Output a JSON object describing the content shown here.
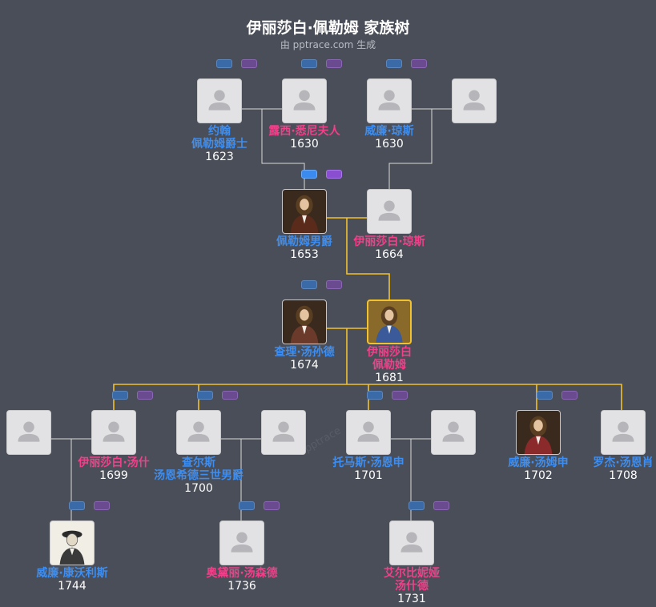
{
  "page": {
    "title": "伊丽莎白·佩勒姆 家族树",
    "subtitle": "由 pptrace.com 生成",
    "watermark": "pptrace"
  },
  "colors": {
    "background": "#4a4e58",
    "male": "#3d8ef0",
    "female": "#f0408a",
    "year": "#ffffff",
    "link": "#d9d9d9",
    "highlight_link": "#f2c12e"
  },
  "people": [
    {
      "name_lines": [
        "约翰",
        "佩勒姆爵士"
      ],
      "year": "1623",
      "gender": "m",
      "portrait": "placeholder"
    },
    {
      "name_lines": [
        "露西·悉尼夫人"
      ],
      "year": "1630",
      "gender": "f",
      "portrait": "placeholder"
    },
    {
      "name_lines": [
        "威廉·琼斯"
      ],
      "year": "1630",
      "gender": "m",
      "portrait": "placeholder"
    },
    {
      "name_lines": [],
      "year": "",
      "gender": "",
      "portrait": "placeholder"
    },
    {
      "name_lines": [
        "佩勒姆男爵"
      ],
      "year": "1653",
      "gender": "m",
      "portrait": "photo"
    },
    {
      "name_lines": [
        "伊丽莎白·琼斯"
      ],
      "year": "1664",
      "gender": "f",
      "portrait": "placeholder"
    },
    {
      "name_lines": [
        "查理·汤孙德"
      ],
      "year": "1674",
      "gender": "m",
      "portrait": "photo"
    },
    {
      "name_lines": [
        "伊丽莎白",
        "佩勒姆"
      ],
      "year": "1681",
      "gender": "f",
      "portrait": "photo",
      "selected": true
    },
    {
      "name_lines": [],
      "year": "",
      "gender": "",
      "portrait": "placeholder"
    },
    {
      "name_lines": [
        "伊丽莎白·汤什"
      ],
      "year": "1699",
      "gender": "f",
      "portrait": "placeholder"
    },
    {
      "name_lines": [
        "查尔斯",
        "汤恩希德三世男爵"
      ],
      "year": "1700",
      "gender": "m",
      "portrait": "placeholder"
    },
    {
      "name_lines": [],
      "year": "",
      "gender": "",
      "portrait": "placeholder"
    },
    {
      "name_lines": [
        "托马斯·汤恩申"
      ],
      "year": "1701",
      "gender": "m",
      "portrait": "placeholder"
    },
    {
      "name_lines": [],
      "year": "",
      "gender": "",
      "portrait": "placeholder"
    },
    {
      "name_lines": [
        "威廉·汤姆申"
      ],
      "year": "1702",
      "gender": "m",
      "portrait": "photo"
    },
    {
      "name_lines": [
        "罗杰·汤恩肖"
      ],
      "year": "1708",
      "gender": "m",
      "portrait": "placeholder"
    },
    {
      "name_lines": [
        "威廉·康沃利斯"
      ],
      "year": "1744",
      "gender": "m",
      "portrait": "sketch"
    },
    {
      "name_lines": [
        "奥黛丽·汤森德"
      ],
      "year": "1736",
      "gender": "f",
      "portrait": "placeholder"
    },
    {
      "name_lines": [
        "艾尔比妮娅",
        "汤什德"
      ],
      "year": "1731",
      "gender": "f",
      "portrait": "placeholder"
    }
  ],
  "controls": {
    "icons": [
      "expand-up-icon",
      "expand-down-icon"
    ]
  }
}
